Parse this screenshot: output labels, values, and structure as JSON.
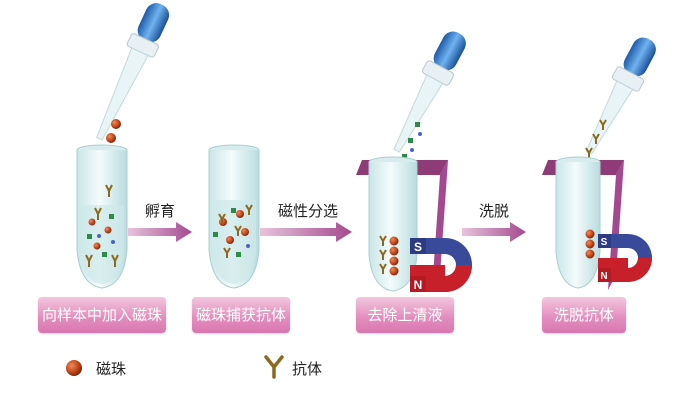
{
  "steps": [
    {
      "label": "向样本中加入磁珠"
    },
    {
      "label": "磁珠捕获抗体"
    },
    {
      "label": "去除上清液"
    },
    {
      "label": "洗脱抗体"
    }
  ],
  "arrows": [
    {
      "label": "孵育"
    },
    {
      "label": "磁性分选"
    },
    {
      "label": "洗脱"
    }
  ],
  "magnet_poles": {
    "south": "S",
    "north": "N"
  },
  "legend": {
    "bead": {
      "label": "磁珠",
      "icon": "magnetic-bead-icon",
      "color": "#c0471c"
    },
    "antibody": {
      "label": "抗体",
      "icon": "antibody-icon",
      "color": "#8a6a1e"
    }
  },
  "colors": {
    "label_pink": "#de87b8",
    "arrow_purple": "#a4498f",
    "magnet_frame": "#8e3b78",
    "dropper_blue": "#3b7fd0",
    "pole_south": "#3a4a9a",
    "pole_north": "#c8202a"
  }
}
